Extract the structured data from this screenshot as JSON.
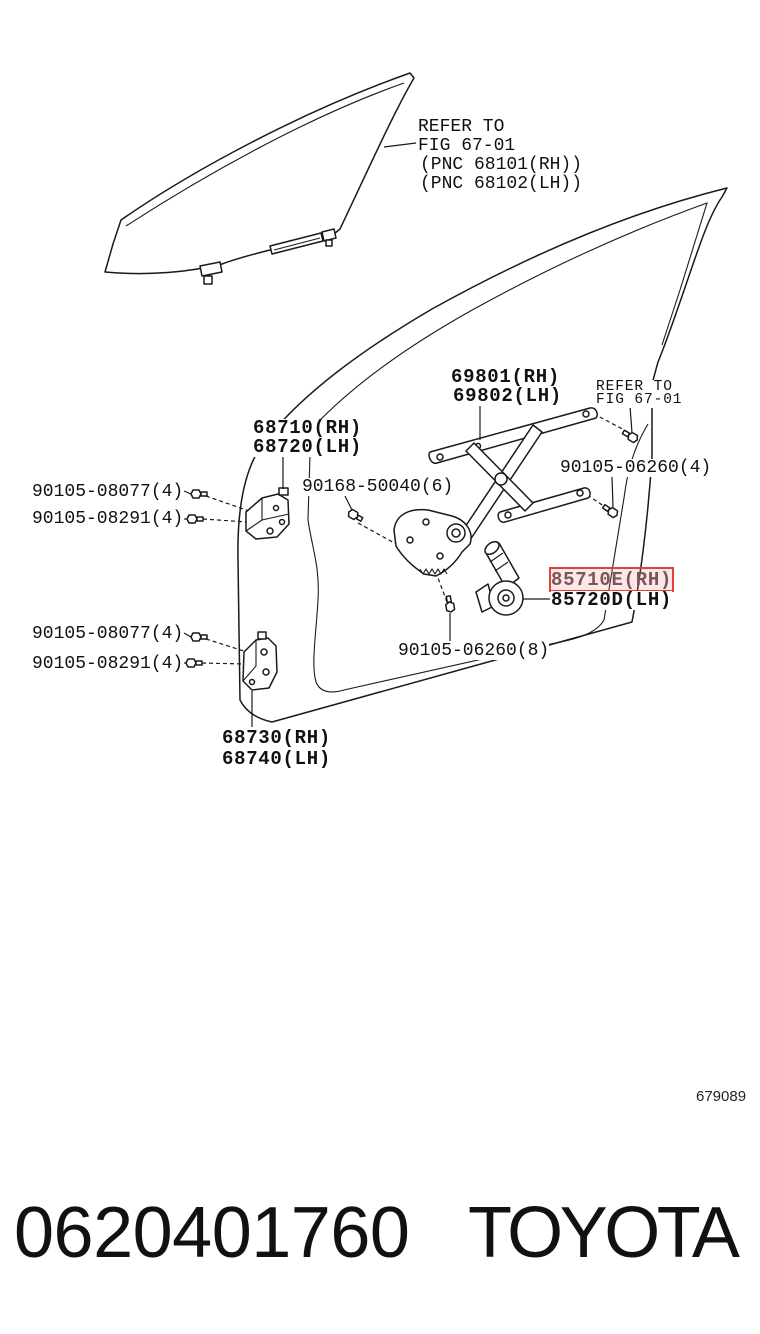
{
  "diagram": {
    "glass_ref": [
      "REFER TO",
      "FIG 67-01",
      "(PNC 68101(RH))",
      "(PNC 68102(LH))"
    ],
    "frame_ref": [
      "REFER TO",
      "FIG 67-01"
    ],
    "regulator": {
      "rh": "69801(RH)",
      "lh": "69802(LH)"
    },
    "upper_hinge": {
      "rh": "68710(RH)",
      "lh": "68720(LH)"
    },
    "lower_hinge": {
      "rh": "68730(RH)",
      "lh": "68740(LH)"
    },
    "motor": {
      "rh": "85710E(RH)",
      "lh": "85720D(LH)",
      "highlighted": true
    },
    "fasteners": {
      "upper_hinge_bolt_1": "90105-08077(4)",
      "upper_hinge_bolt_2": "90105-08291(4)",
      "regulator_clip": "90168-50040(6)",
      "frame_bolt": "90105-06260(4)",
      "lower_hinge_bolt_1": "90105-08077(4)",
      "lower_hinge_bolt_2": "90105-08291(4)",
      "regulator_bolt": "90105-06260(8)"
    },
    "figure_id": "679089"
  },
  "footer": {
    "part_number": "0620401760",
    "brand": "TOYOTA"
  },
  "colors": {
    "background": "#ffffff",
    "line": "#1a1a1a",
    "highlight": "#e0403a"
  }
}
